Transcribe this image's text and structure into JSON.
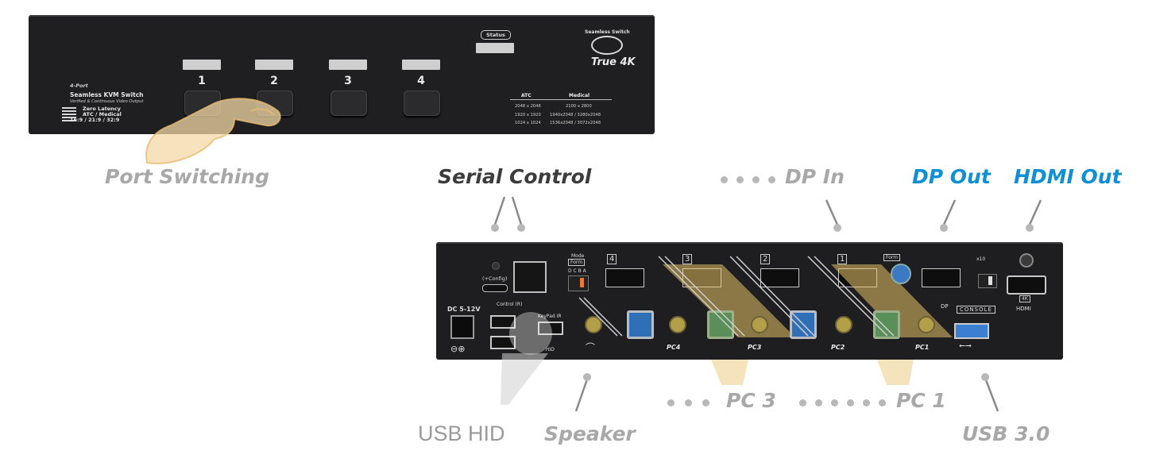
{
  "front_panel": {
    "status_label": "Status",
    "ports": [
      "1",
      "2",
      "3",
      "4"
    ],
    "brand": {
      "top": "Seamless Switch",
      "logo": "True 4K"
    },
    "product": {
      "tag": "4-Port",
      "name": "Seamless KVM Switch",
      "subtitle": "Verified & Continuous Video Output",
      "features": [
        "Zero Latency",
        "ATC / Medical",
        "16:9 / 21:9 / 32:9"
      ]
    },
    "resolution_table": {
      "headers": [
        "ATC",
        "Medical"
      ],
      "rows": [
        [
          "2048 x 2048",
          "2100 x 2800"
        ],
        [
          "1920 x 1920",
          "1940x2048 / 3280x2048"
        ],
        [
          "1024 x 1024",
          "1536x2048 / 3072x2048"
        ]
      ]
    }
  },
  "rear_panel": {
    "config_label": "(+Config)",
    "control_label": "Control (R)",
    "mode_label": "Mode",
    "form_label": "Form",
    "form_right_label": "Form",
    "switch_letters": "D C B A",
    "x10_label": "x10",
    "dp_port_numbers": [
      "4",
      "3",
      "2",
      "1"
    ],
    "pc_labels": [
      "PC4",
      "PC3",
      "PC2",
      "PC1"
    ],
    "keypad_label": "KeyPad IR",
    "hid_label": "HID",
    "dc_label": "DC 5-12V",
    "dp_label": "DP",
    "console_label": "CONSOLE",
    "hdmi_label": "HDMI",
    "hdmi_badge": "4K"
  },
  "callouts": {
    "port_switching": "Port Switching",
    "serial_control": "Serial Control",
    "dp_in": "DP In",
    "dp_out": "DP Out",
    "hdmi_out": "HDMI Out",
    "usb_hid": "USB HID",
    "speaker": "Speaker",
    "pc3": "PC 3",
    "pc1": "PC 1",
    "usb30": "USB 3.0"
  },
  "colors": {
    "accent_blue": "#0f8fd6",
    "label_gray": "#a8a8a8",
    "highlight": "#e8c268"
  },
  "icons": [
    "hand-pointer-icon",
    "usb-icon",
    "headphone-icon",
    "power-icon"
  ]
}
